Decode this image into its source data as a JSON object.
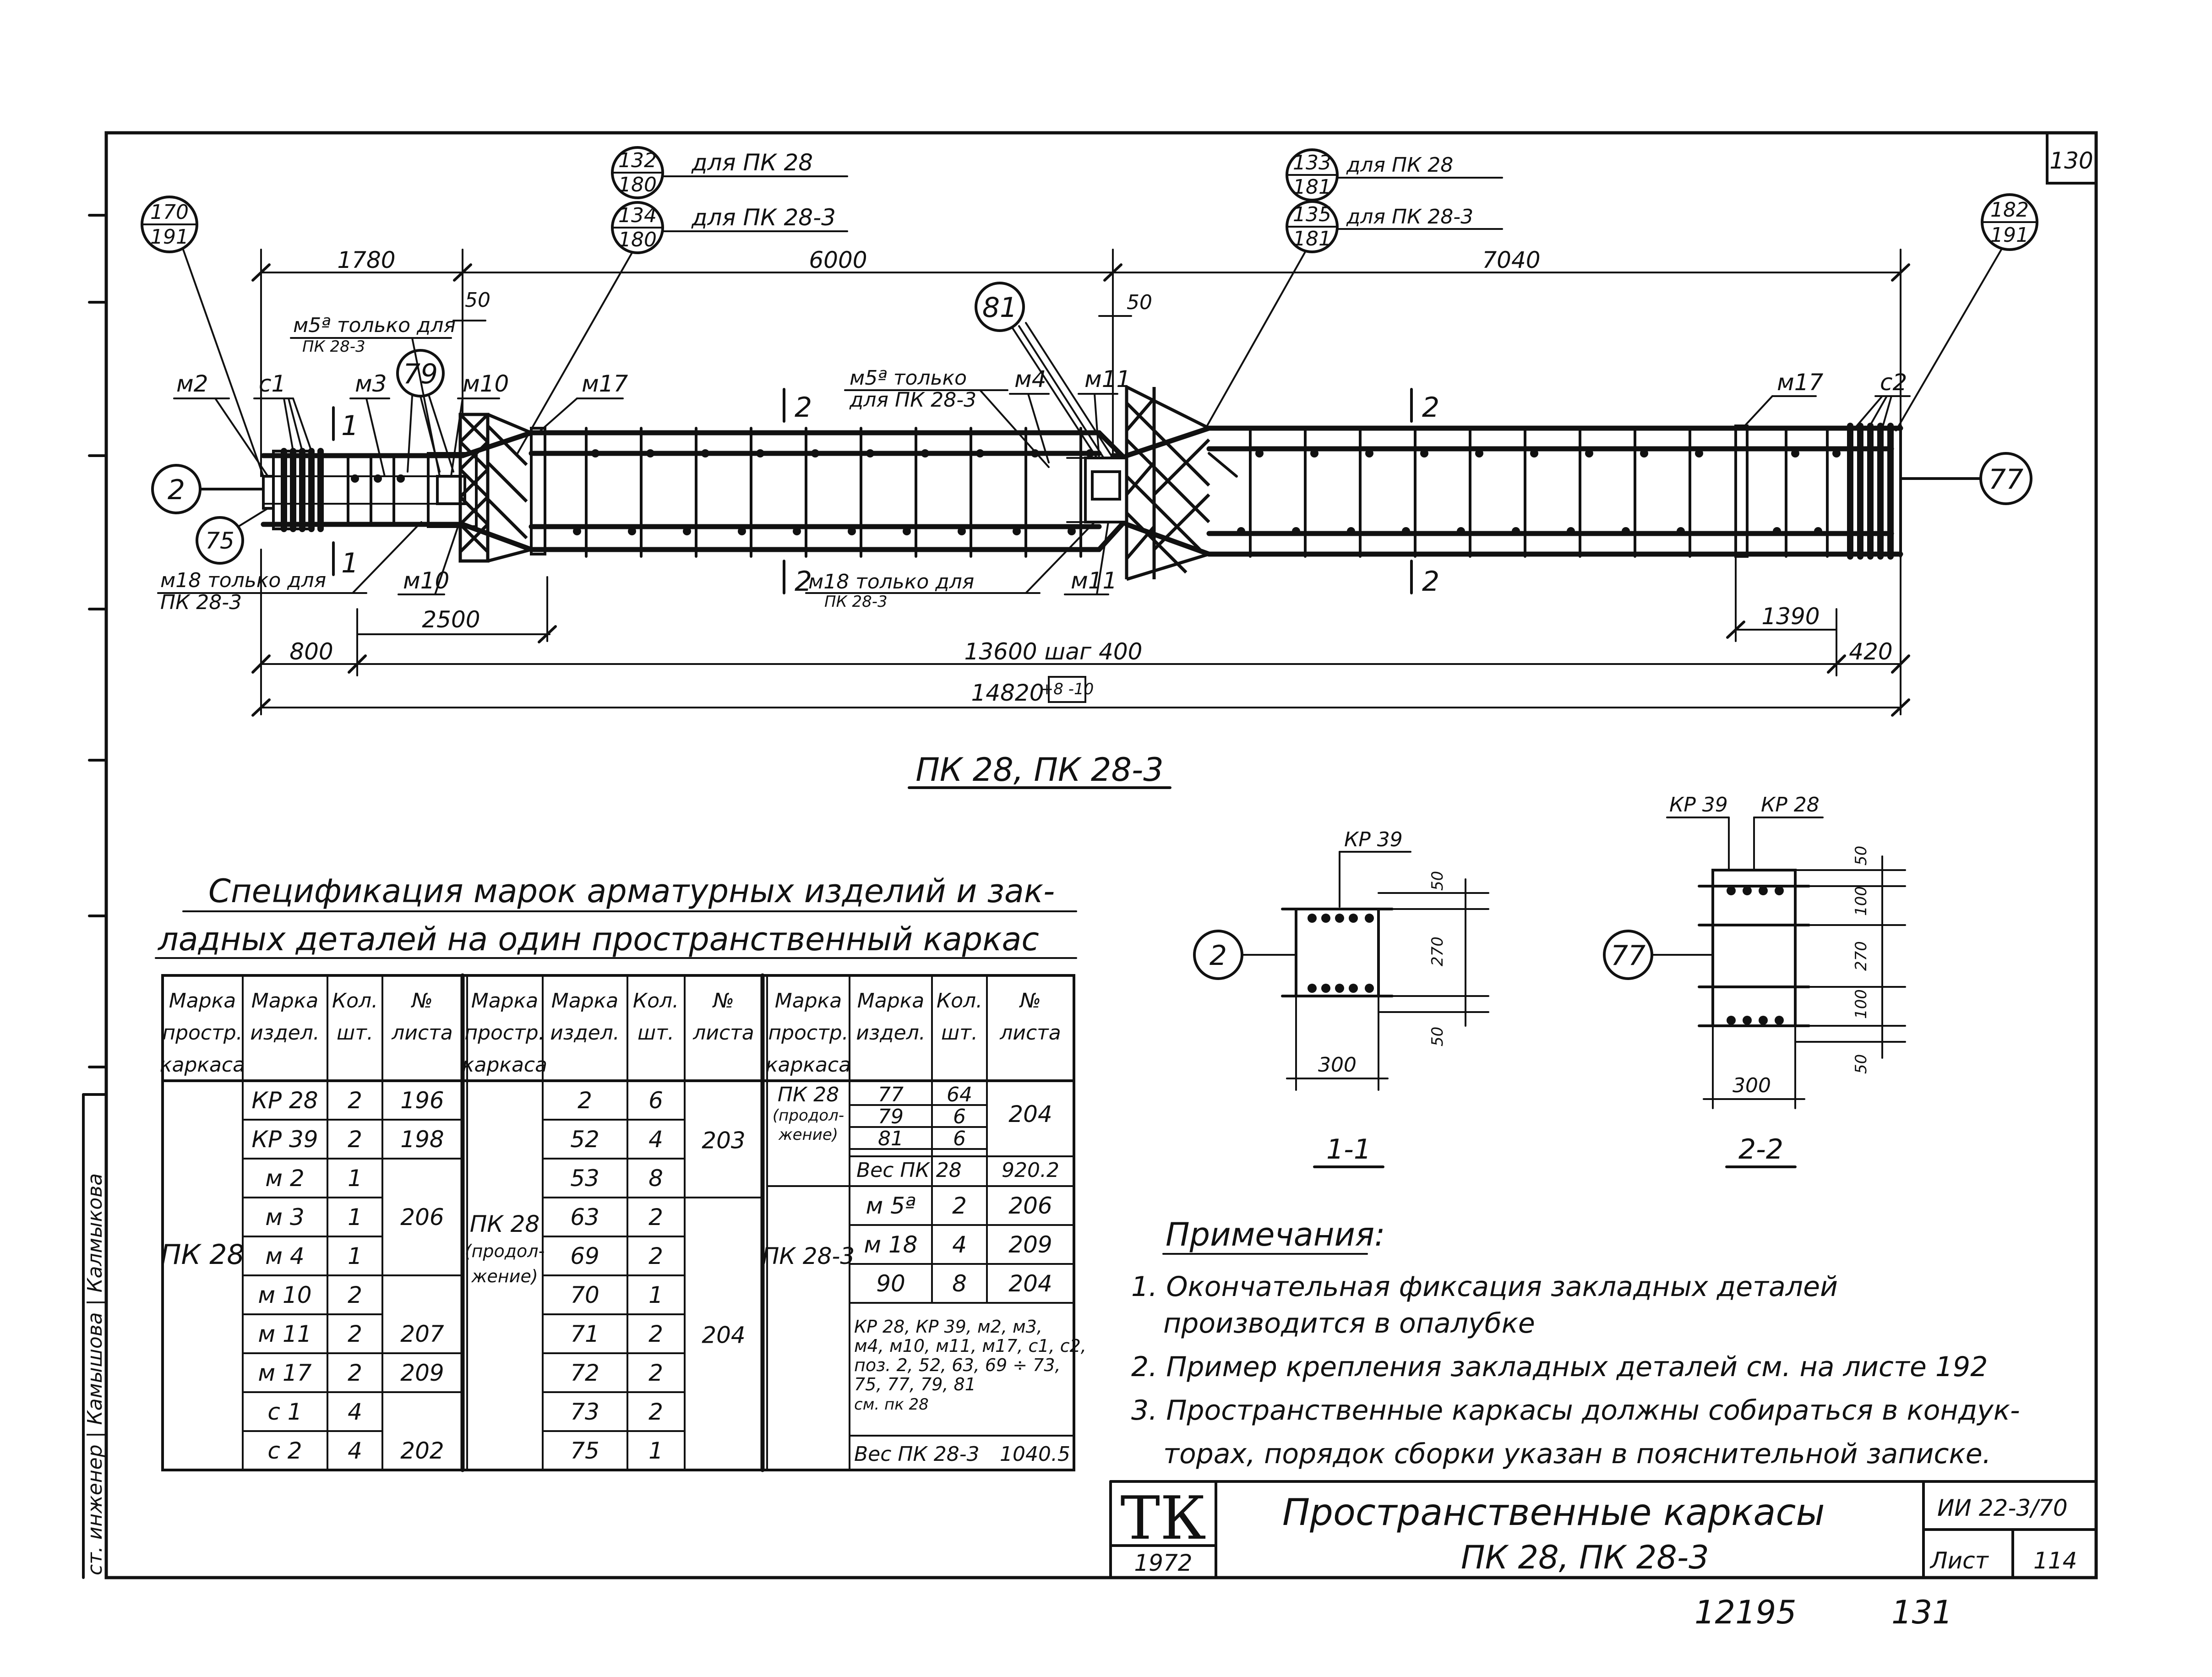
{
  "sheet_number": "130",
  "title": "ПК 28, ПК 28-3",
  "refs": {
    "ref170": {
      "top": "170",
      "bottom": "191"
    },
    "ref132": {
      "top": "132",
      "bottom": "180",
      "note": "для ПК 28"
    },
    "ref134": {
      "top": "134",
      "bottom": "180",
      "note": "для ПК 28-3"
    },
    "ref133": {
      "top": "133",
      "bottom": "181",
      "note": "для ПК 28"
    },
    "ref135": {
      "top": "135",
      "bottom": "181",
      "note": "для ПК 28-3"
    },
    "ref182": {
      "top": "182",
      "bottom": "191"
    },
    "c79": "79",
    "c81": "81",
    "c2": "2",
    "c77": "77",
    "c75": "75"
  },
  "dimensions": {
    "d1780": "1780",
    "d6000": "6000",
    "d7040": "7040",
    "d50a": "50",
    "d50b": "50",
    "d2500": "2500",
    "d800": "800",
    "d13600": "13600 шаг 400",
    "d420": "420",
    "d1390": "1390",
    "d14820": "14820",
    "tol": "+8 -10"
  },
  "marks": {
    "m2": "м2",
    "c1": "с1",
    "m3": "м3",
    "m10": "м10",
    "m17": "м17",
    "m4": "м4",
    "m11": "м11",
    "m17b": "м17",
    "c2": "с2",
    "m10b": "м10",
    "m11b": "м11",
    "m5a": "м5ª только для",
    "m5a_sub": "ПК 28-3",
    "m5b": "м5ª только",
    "m5b_sub": "для ПК 28-3",
    "m18a": "м18 только для",
    "m18a_sub": "ПК 28-3",
    "m18b": "м18 только для",
    "m18b_sub": "ПК 28-3",
    "s1a": "1",
    "s1b": "1",
    "s2a": "2",
    "s2b": "2",
    "s2c": "2",
    "s2d": "2"
  },
  "spec": {
    "title_line1": "Спецификация марок арматурных изделий и зак-",
    "title_line2": "ладных деталей на один пространственный каркас",
    "headers": {
      "h1": [
        "Марка",
        "простр.",
        "каркаса"
      ],
      "h2": [
        "Марка",
        "издел."
      ],
      "h3": [
        "Кол.",
        "шт."
      ],
      "h4": [
        "№",
        "листа"
      ]
    },
    "block1_name": "ПК 28",
    "block1_rows": [
      {
        "mark": "КР 28",
        "qty": "2",
        "sheet": "196"
      },
      {
        "mark": "КР 39",
        "qty": "2",
        "sheet": "198"
      },
      {
        "mark": "м 2",
        "qty": "1",
        "sheet": ""
      },
      {
        "mark": "м 3",
        "qty": "1",
        "sheet": "206"
      },
      {
        "mark": "м 4",
        "qty": "1",
        "sheet": ""
      },
      {
        "mark": "м 10",
        "qty": "2",
        "sheet": ""
      },
      {
        "mark": "м 11",
        "qty": "2",
        "sheet": "207"
      },
      {
        "mark": "м 17",
        "qty": "2",
        "sheet": "209"
      },
      {
        "mark": "с 1",
        "qty": "4",
        "sheet": ""
      },
      {
        "mark": "с 2",
        "qty": "4",
        "sheet": "202"
      }
    ],
    "block2_name": [
      "ПК 28",
      "(продол-",
      "жение)"
    ],
    "block2_rows": [
      {
        "mark": "2",
        "qty": "6"
      },
      {
        "mark": "52",
        "qty": "4"
      },
      {
        "mark": "53",
        "qty": "8"
      },
      {
        "mark": "63",
        "qty": "2"
      },
      {
        "mark": "69",
        "qty": "2"
      },
      {
        "mark": "70",
        "qty": "1"
      },
      {
        "mark": "71",
        "qty": "2"
      },
      {
        "mark": "72",
        "qty": "2"
      },
      {
        "mark": "73",
        "qty": "2"
      },
      {
        "mark": "75",
        "qty": "1"
      }
    ],
    "block2_sheets": [
      "203",
      "204"
    ],
    "block3_name": [
      "ПК 28",
      "(продол-",
      "жение)"
    ],
    "block3_rows": [
      {
        "mark": "77",
        "qty": "64"
      },
      {
        "mark": "79",
        "qty": "6"
      },
      {
        "mark": "81",
        "qty": "6"
      }
    ],
    "block3_sheet": "204",
    "weight1_label": "Вес ПК 28",
    "weight1": "920.2",
    "block4_name": "ПК 28-3",
    "block4_rows": [
      {
        "mark": "м 5ª",
        "qty": "2",
        "sheet": "206"
      },
      {
        "mark": "м 18",
        "qty": "4",
        "sheet": "209"
      },
      {
        "mark": "90",
        "qty": "8",
        "sheet": "204"
      }
    ],
    "block4_note": [
      "КР 28, КР 39, м2, м3,",
      "м4, м10, м11, м17, с1, с2,",
      "поз. 2, 52, 63, 69 ÷ 73,",
      "75, 77, 79, 81",
      "см. пк 28"
    ],
    "weight2_label": "Вес ПК 28-3",
    "weight2": "1040.5"
  },
  "sections": {
    "s11_label": "1-1",
    "s22_label": "2-2",
    "s11_kr": "КР 39",
    "s22_kr1": "КР 39",
    "s22_kr2": "КР 28",
    "s11_d50a": "50",
    "s11_d270": "270",
    "s11_d50b": "50",
    "s11_d300": "300",
    "s22_d50a": "50",
    "s22_d100a": "100",
    "s22_d270": "270",
    "s22_d100b": "100",
    "s22_d50b": "50",
    "s22_d300": "300",
    "c2": "2",
    "c77": "77"
  },
  "notes": {
    "title": "Примечания:",
    "n1a": "1. Окончательная фиксация закладных деталей",
    "n1b": "производится в опалубке",
    "n2": "2. Пример крепления закладных деталей см. на листе 192",
    "n3a": "3. Пространственные каркасы должны собираться в кондук-",
    "n3b": "торах, порядок сборки указан в пояснительной записке."
  },
  "stamp": {
    "logo": "ТК",
    "year": "1972",
    "name1": "Пространственные каркасы",
    "name2": "ПК 28, ПК 28-3",
    "code": "ИИ 22-3/70",
    "sheet_label": "Лист",
    "sheet_no": "114"
  },
  "side_text": "ст. инженер | Камышова | Калмыкова",
  "bottom_left": "12195",
  "bottom_right": "131"
}
